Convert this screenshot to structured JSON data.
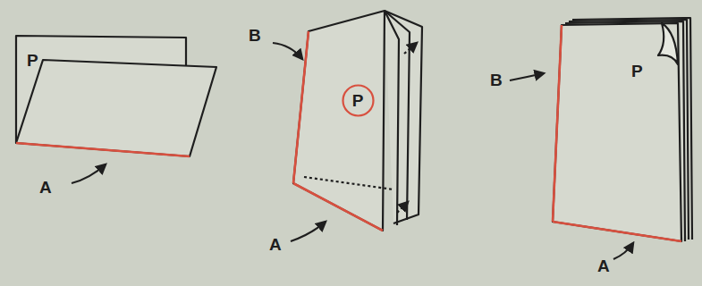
{
  "diagram": {
    "nodes": [
      {
        "text": [
          "P"
        ]
      }
    ],
    "labels": [
      "P",
      "A",
      "B",
      "A",
      "B",
      "P",
      "A"
    ]
  }
}
